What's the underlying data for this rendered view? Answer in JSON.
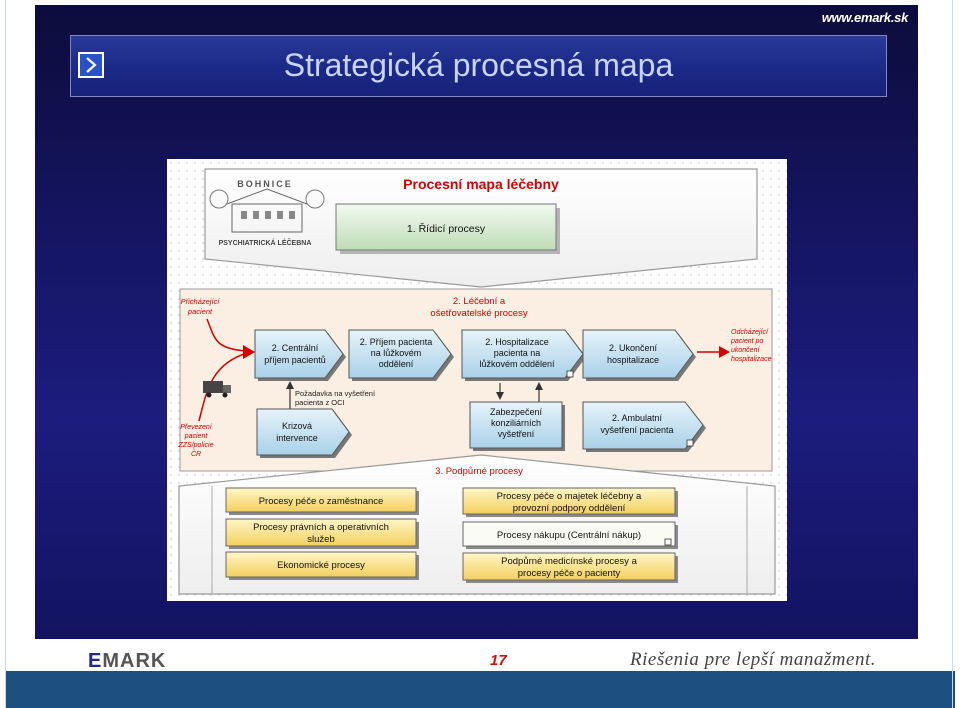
{
  "site_url": "www.emark.sk",
  "title": "Strategická procesná mapa",
  "diagram": {
    "heading": "Procesní mapa léčebny",
    "logo_top": "BOHNICE",
    "logo_bottom": "PSYCHIATRICKÁ LÉČEBNA",
    "control_process": "1. Řídicí procesy",
    "treatment_title_1": "2. Léčební a",
    "treatment_title_2": "ošetřovatelské  procesy",
    "incoming_1": "Přicházející",
    "incoming_2": "pacient",
    "outgoing_1": "Odcházející",
    "outgoing_2": "pacient po",
    "outgoing_3": "ukončení",
    "outgoing_4": "hospitalizace",
    "returned_1": "Převezení",
    "returned_2": "pacient",
    "returned_3": "ZZS/policie",
    "returned_4": "ČR",
    "request_1": "Požadavka na vyšetření",
    "request_2": "pacienta z OCI",
    "p_central_1": "2. Centrální",
    "p_central_2": "příjem pacientů",
    "p_admission_1": "2. Příjem pacienta",
    "p_admission_2": "na lůžkovém",
    "p_admission_3": "oddělení",
    "p_hosp_1": "2. Hospitalizace",
    "p_hosp_2": "pacienta na",
    "p_hosp_3": "lůžkovém oddělení",
    "p_end_1": "2. Ukončení",
    "p_end_2": "hospitalizace",
    "p_crisis_1": "Krizová",
    "p_crisis_2": "intervence",
    "p_consult_1": "Zabezpečení",
    "p_consult_2": "konziliárních",
    "p_consult_3": "vyšetření",
    "p_ambul_1": "2. Ambulatní",
    "p_ambul_2": "vyšetření pacienta",
    "support_title": "3. Podpůrné procesy",
    "s_employees": "Procesy péče o zaměstnance",
    "s_legal_1": "Procesy právních a operativních",
    "s_legal_2": "služeb",
    "s_economic": "Ekonomické procesy",
    "s_property_1": "Procesy péče o majetek léčebny a",
    "s_property_2": "provozní podpory oddělení",
    "s_purchase": "Procesy nákupu (Centrální nákup)",
    "s_medical_1": "Podpůrné medicínské procesy a",
    "s_medical_2": "procesy péče o pacienty"
  },
  "footer": {
    "logo_e": "E",
    "logo_rest": "MARK",
    "page_number": "17",
    "slogan": "Riešenia pre lepší manažment."
  },
  "colors": {
    "slide_bg": "#161667",
    "title_text": "#c8d4ff",
    "heading_red": "#d40000",
    "process_box": "#c5e0ef",
    "support_box": "#f7e08a",
    "treatment_bg": "#fbeee2",
    "bottom_bar": "#1d4f80"
  }
}
